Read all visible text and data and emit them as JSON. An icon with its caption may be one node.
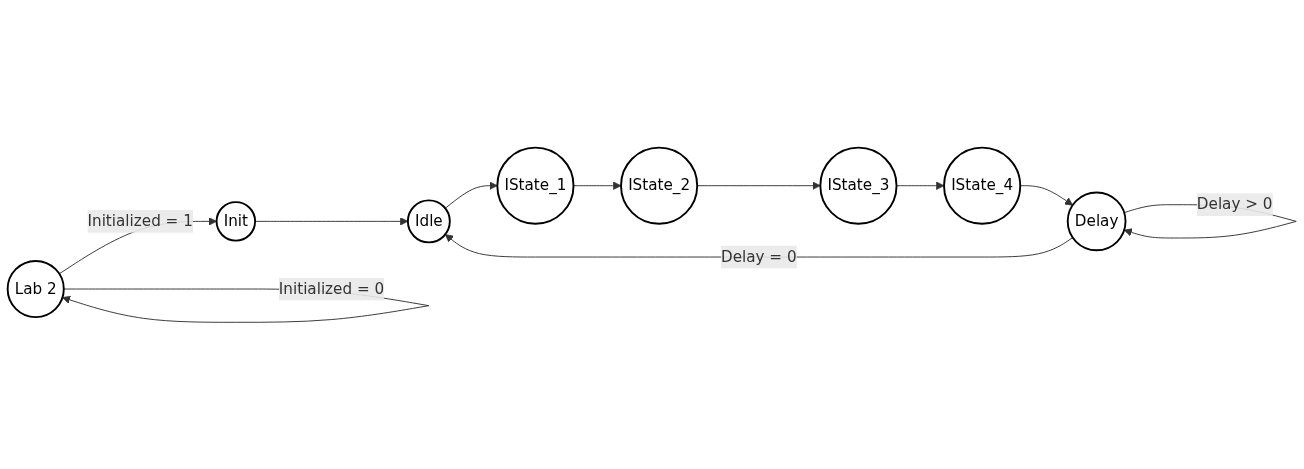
{
  "diagram": {
    "nodes": [
      {
        "text": [
          "Lab 2"
        ]
      },
      {
        "text": [
          "Init"
        ]
      },
      {
        "text": [
          "Delay"
        ]
      },
      {
        "text": [
          "Idle"
        ]
      },
      {
        "text": [
          "IState_1"
        ]
      },
      {
        "text": [
          "IState_2"
        ]
      },
      {
        "text": [
          "IState_3"
        ]
      },
      {
        "text": [
          "IState_4"
        ]
      }
    ],
    "edges": [
      {
        "from": 0,
        "to": 1,
        "arrow": "to",
        "label": "Initialized = 1"
      },
      {
        "from": 0,
        "to": 0,
        "arrow": "to",
        "label": "Initialized = 0"
      },
      {
        "from": 1,
        "to": 3,
        "arrow": "to"
      },
      {
        "from": 2,
        "to": 3,
        "arrow": "to",
        "label": "Delay = 0"
      },
      {
        "from": 2,
        "to": 2,
        "arrow": "to",
        "label": "Delay > 0"
      },
      {
        "from": 3,
        "to": 4,
        "arrow": "to"
      },
      {
        "from": 4,
        "to": 5,
        "arrow": "to"
      },
      {
        "from": 5,
        "to": 6,
        "arrow": "to"
      },
      {
        "from": 6,
        "to": 7,
        "arrow": "to"
      },
      {
        "from": 7,
        "to": 2,
        "arrow": "to"
      }
    ]
  }
}
